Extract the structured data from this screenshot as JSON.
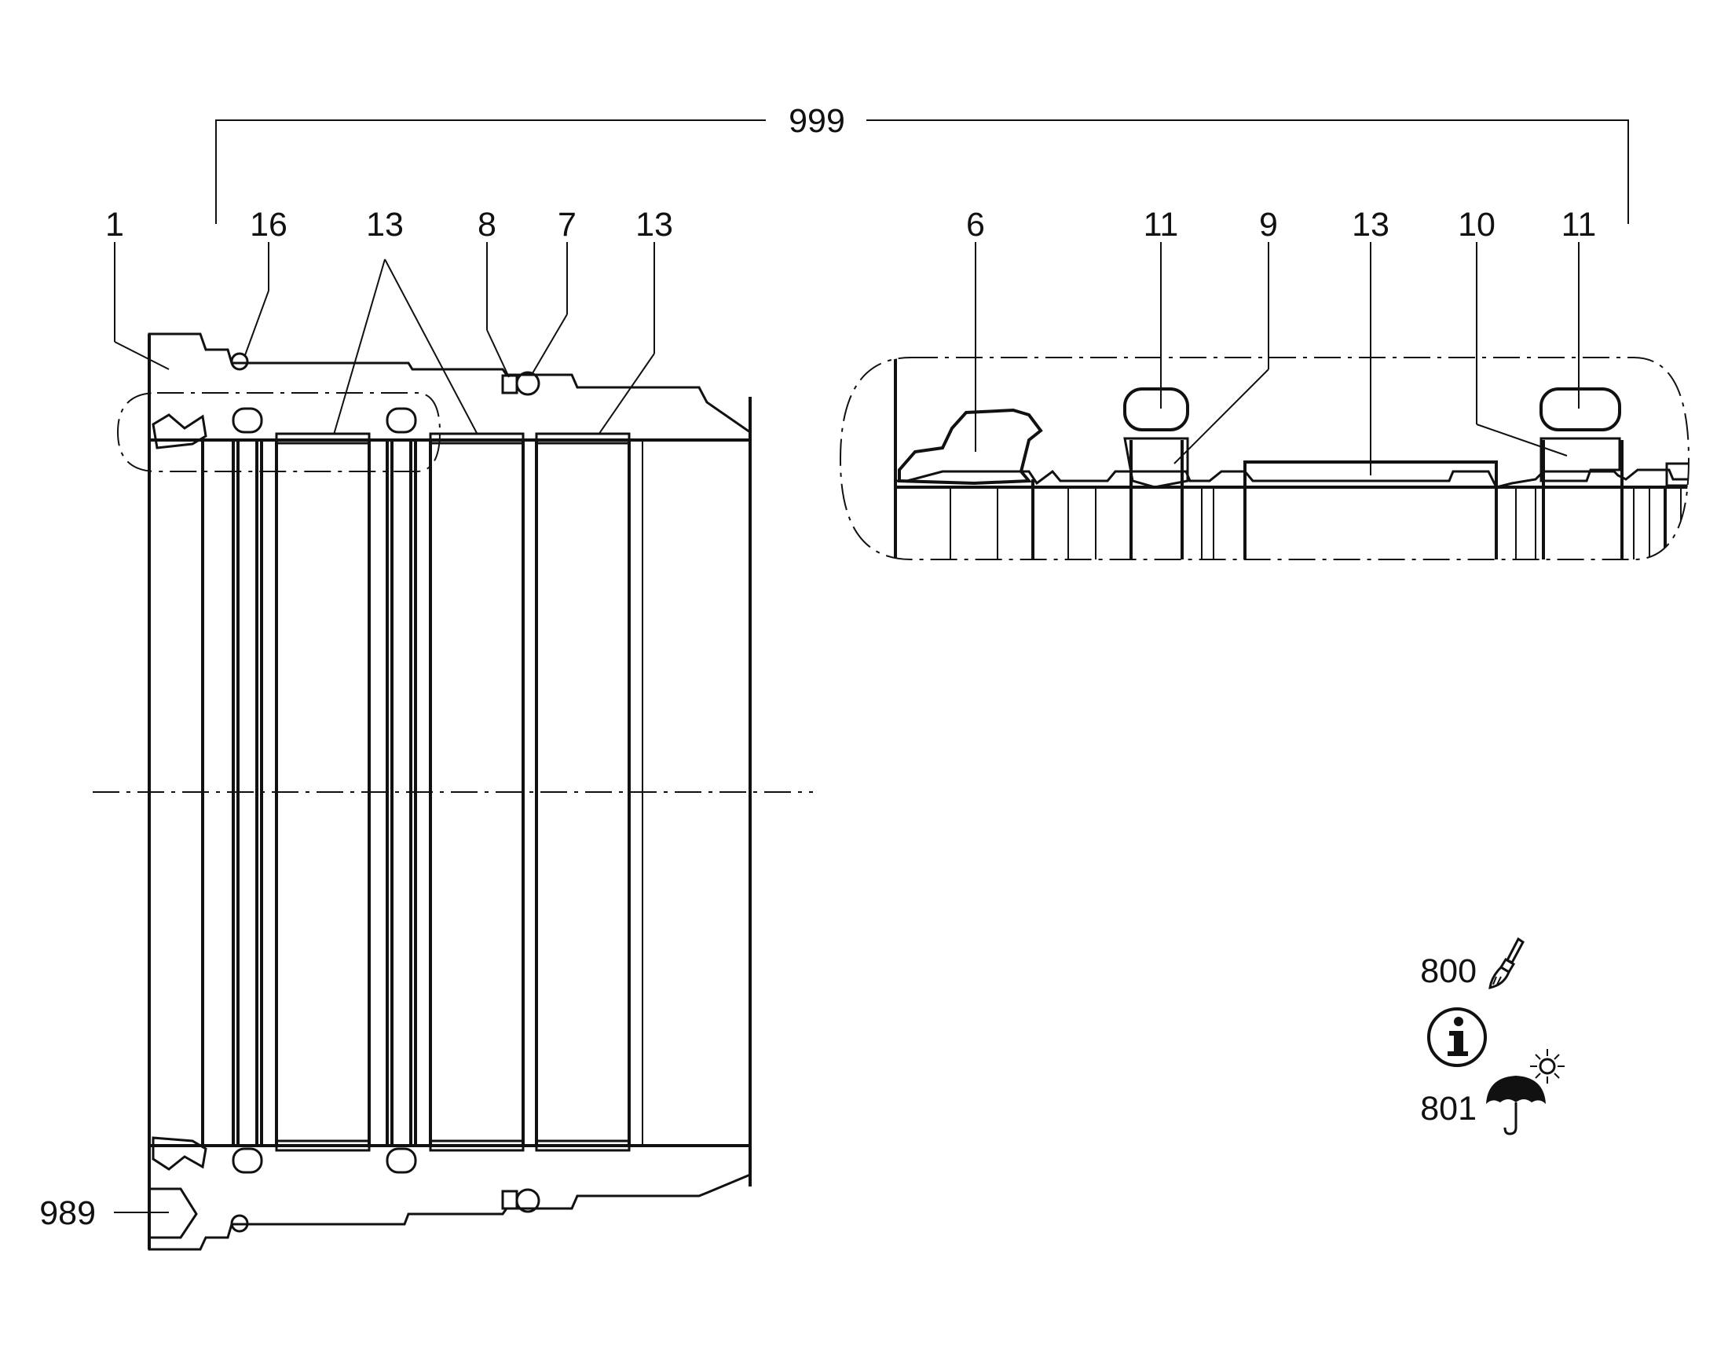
{
  "labels": {
    "assembly": "999",
    "body": "1",
    "oring_16": "16",
    "bearing_pair": "13",
    "backup_8": "8",
    "oring_7": "7",
    "bearing_right": "13",
    "seal_6": "6",
    "oring_11_a": "11",
    "ring_9": "9",
    "bearing_detail": "13",
    "ring_10": "10",
    "oring_11_b": "11",
    "port_989": "989",
    "grease_800": "800",
    "store_801": "801"
  },
  "icons": {
    "grease": "paint-brush-icon",
    "info": "info-icon",
    "storage": "umbrella-sun-icon"
  },
  "colors": {
    "line": "#111111",
    "background": "#ffffff"
  }
}
